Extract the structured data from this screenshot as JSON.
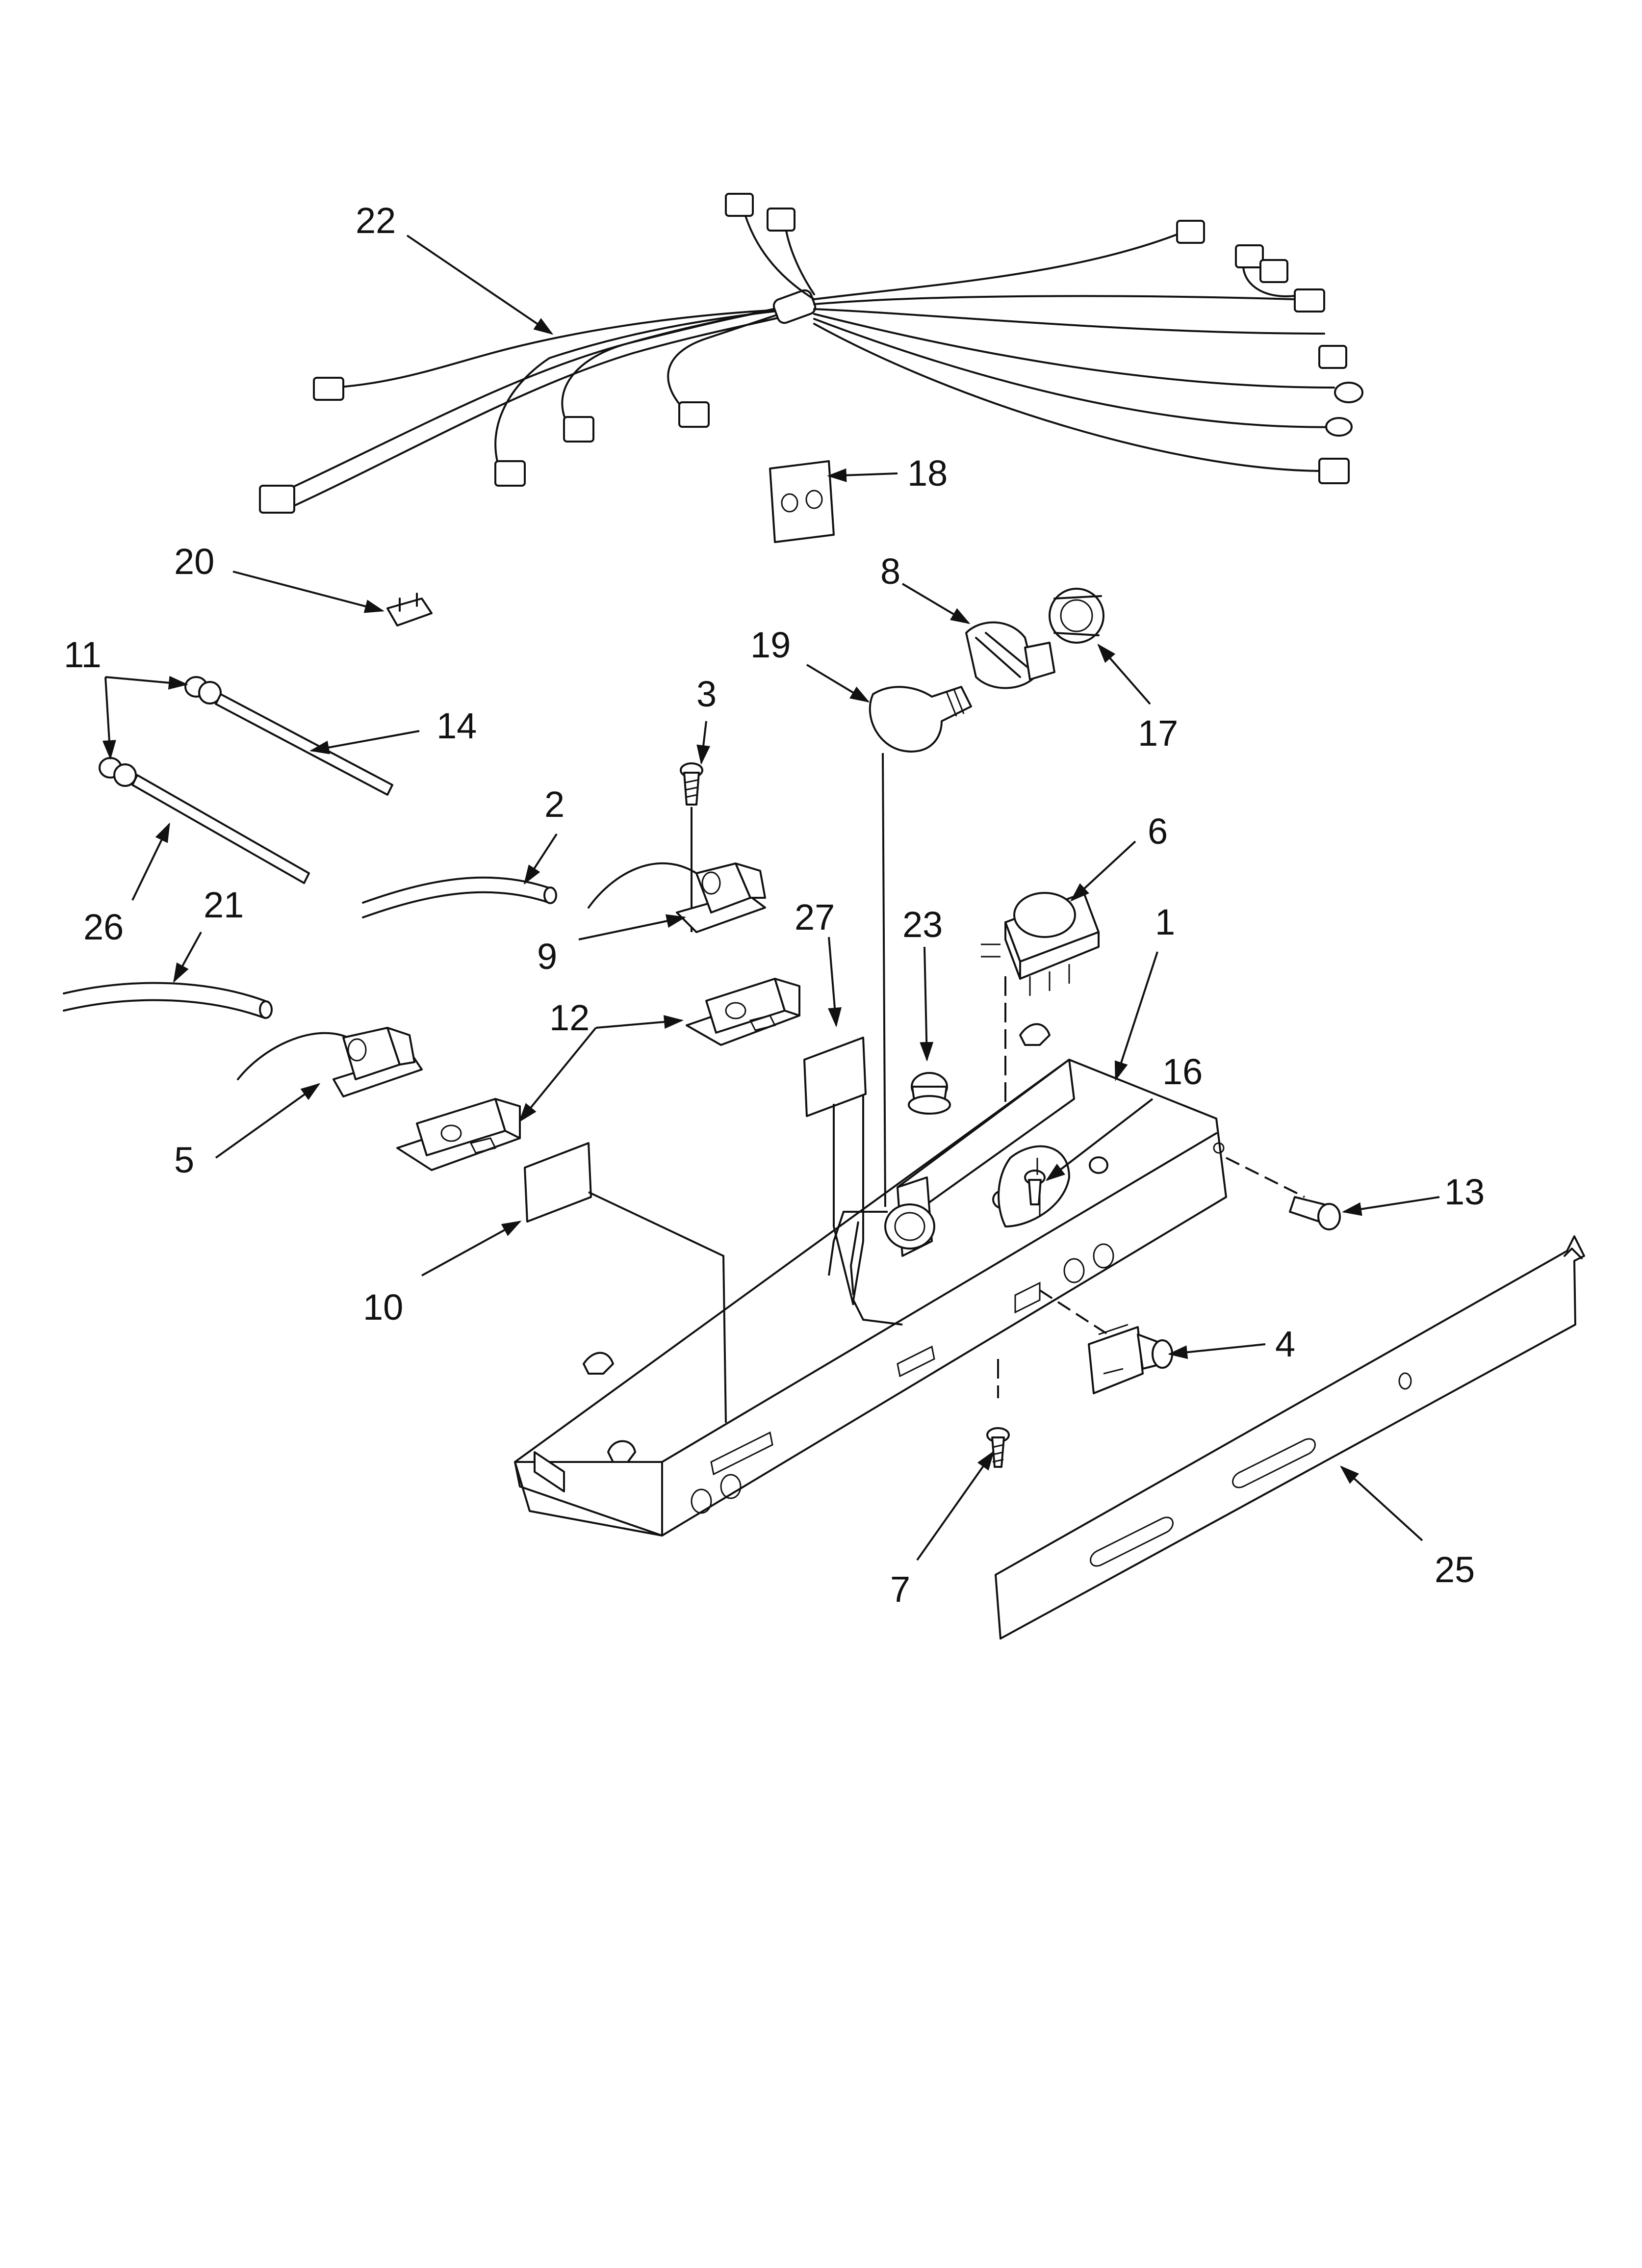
{
  "callouts": [
    {
      "id": "1",
      "label": "1"
    },
    {
      "id": "2",
      "label": "2"
    },
    {
      "id": "3",
      "label": "3"
    },
    {
      "id": "4",
      "label": "4"
    },
    {
      "id": "5",
      "label": "5"
    },
    {
      "id": "6",
      "label": "6"
    },
    {
      "id": "7",
      "label": "7"
    },
    {
      "id": "8",
      "label": "8"
    },
    {
      "id": "9",
      "label": "9"
    },
    {
      "id": "10",
      "label": "10"
    },
    {
      "id": "11",
      "label": "11"
    },
    {
      "id": "12",
      "label": "12"
    },
    {
      "id": "13",
      "label": "13"
    },
    {
      "id": "14",
      "label": "14"
    },
    {
      "id": "16",
      "label": "16"
    },
    {
      "id": "17",
      "label": "17"
    },
    {
      "id": "18",
      "label": "18"
    },
    {
      "id": "19",
      "label": "19"
    },
    {
      "id": "20",
      "label": "20"
    },
    {
      "id": "21",
      "label": "21"
    },
    {
      "id": "22",
      "label": "22"
    },
    {
      "id": "23",
      "label": "23"
    },
    {
      "id": "25",
      "label": "25"
    },
    {
      "id": "26",
      "label": "26"
    },
    {
      "id": "27",
      "label": "27"
    }
  ]
}
